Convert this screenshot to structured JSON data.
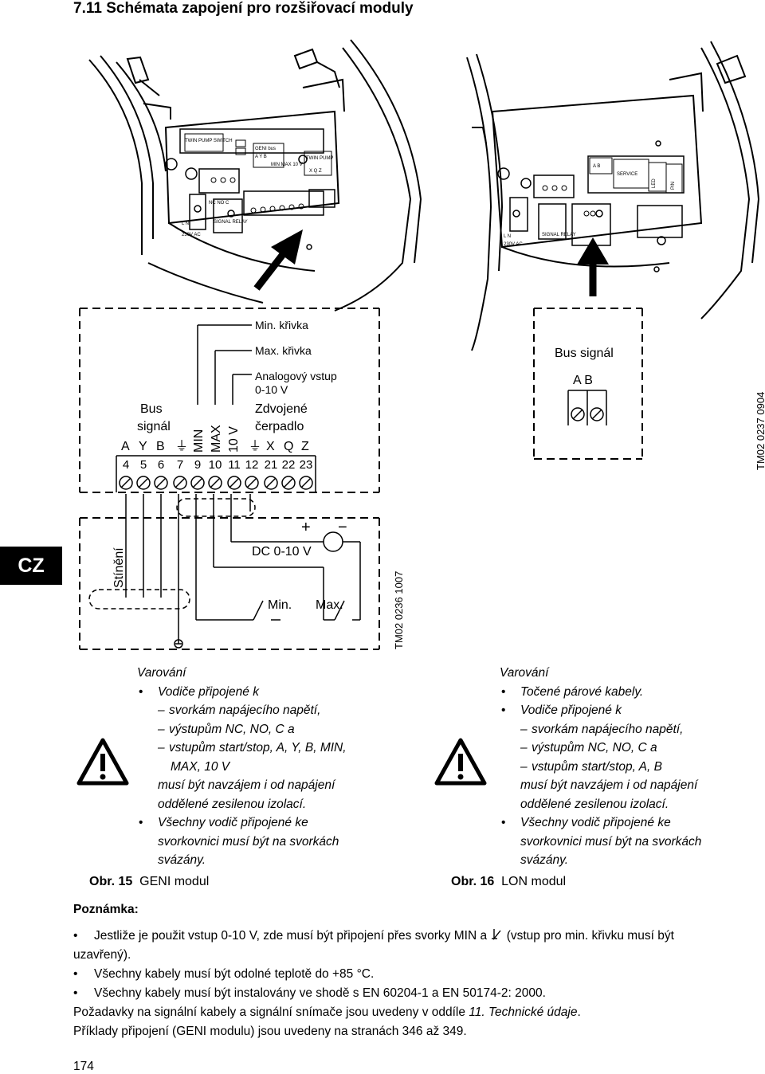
{
  "page_title": "7.11 Schémata zapojení pro rozšiřovací moduly",
  "tab_label": "CZ",
  "geni": {
    "top_labels": {
      "min_curve": "Min. křivka",
      "max_curve": "Max. křivka",
      "analog_input": "Analogový vstup",
      "analog_range": "0-10 V",
      "twin_1": "Zdvojené",
      "twin_2": "čerpadlo",
      "bus_1": "Bus",
      "bus_2": "signál"
    },
    "terminal_letters": [
      "A",
      "Y",
      "B",
      "⏚",
      "X",
      "Q",
      "Z"
    ],
    "vertical_labels": [
      "MIN",
      "MAX",
      "10 V"
    ],
    "terminal_numbers": [
      "4",
      "5",
      "6",
      "7",
      "9",
      "10",
      "11",
      "12",
      "21",
      "22",
      "23"
    ],
    "shield_label": "Stínění",
    "dc_label": "DC 0-10 V",
    "plus": "+",
    "minus": "−",
    "min_label": "Min.",
    "max_label": "Max.",
    "drawing_code": "TM02 0236 1007",
    "module_texts": {
      "twin_pump_switch": "TWIN PUMP SWITCH",
      "geni_bus": "GENI bus",
      "ayb": "A Y B",
      "min_max": "MIN MAX 10 V",
      "twin_pump": "TWIN PUMP",
      "xqz": "X Q Z",
      "power": "230V AC",
      "relay": "SIGNAL RELAY",
      "ln": "L N",
      "nc_no_c": "NC NO C"
    }
  },
  "lon": {
    "bus_label": "Bus signál",
    "ab": "A B",
    "drawing_code": "TM02 0237 0904",
    "module_texts": {
      "ab": "A B",
      "service": "SERVICE",
      "led": "LED",
      "pin": "PIN",
      "power": "230V AC",
      "relay": "SIGNAL RELAY",
      "ln": "L N"
    }
  },
  "warning_left": {
    "heading": "Varování",
    "b1": "Vodiče připojené k",
    "d1": "svorkám napájecího napětí,",
    "d2": "výstupům NC, NO, C a",
    "d3": "vstupům start/stop, A, Y, B, MIN,",
    "d3b": "MAX, 10 V",
    "cont1": "musí být navzájem i od napájení",
    "cont2": "oddělené zesilenou izolací.",
    "b2a": "Všechny vodič připojené ke",
    "b2b": "svorkovnici musí být na svorkách",
    "b2c": "svázány."
  },
  "warning_right": {
    "heading": "Varování",
    "b0": "Točené párové kabely.",
    "b1": "Vodiče připojené k",
    "d1": "svorkám napájecího napětí,",
    "d2": "výstupům NC, NO, C a",
    "d3": "vstupům start/stop, A, B",
    "cont1": "musí být navzájem i od napájení",
    "cont2": "oddělené zesilenou izolací.",
    "b2a": "Všechny vodič připojené ke",
    "b2b": "svorkovnici musí být na svorkách",
    "b2c": "svázány."
  },
  "caption_left": {
    "obr": "Obr. 15",
    "text": "GENI modul"
  },
  "caption_right": {
    "obr": "Obr. 16",
    "text": "LON modul"
  },
  "notes": {
    "title": "Poznámka:",
    "n1a": "Jestliže je použit vstup 0-10 V, zde musí být připojení přes svorky MIN a",
    "n1b": "(vstup pro min. křivku musí být",
    "n1c": "uzavřený).",
    "n2": "Všechny kabely musí být odolné teplotě do +85 °C.",
    "n3": "Všechny kabely musí být instalovány ve shodě s EN 60204-1 a EN 50174-2: 2000.",
    "p1a": "Požadavky na signální kabely a signální snímače jsou uvedeny v oddíle",
    "p1b": "11. Technické údaje",
    "p1c": ".",
    "p2": "Příklady připojení (GENI modulu) jsou uvedeny na stranách 346 až 349."
  },
  "page_number": "174"
}
